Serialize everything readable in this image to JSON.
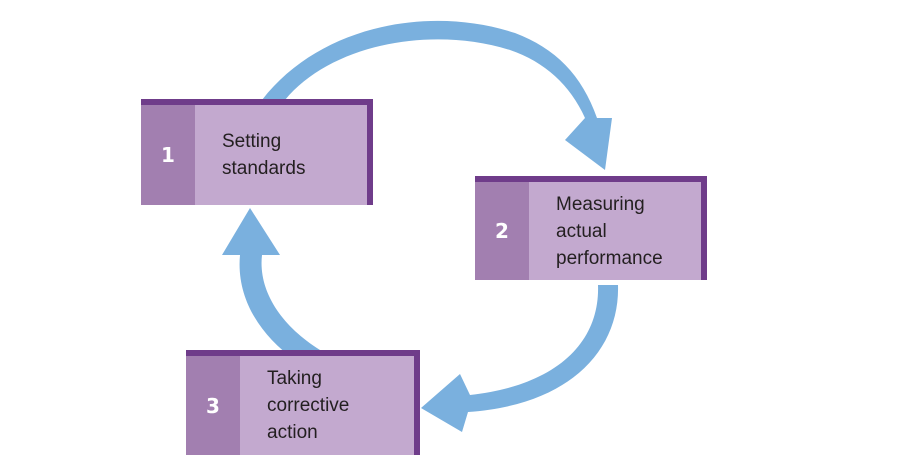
{
  "colors": {
    "arrow": "#7ab0de",
    "number_panel": "#a27fb0",
    "label_panel": "#c3a9cf",
    "box_edge": "#6f3c8a"
  },
  "steps": [
    {
      "number": "1",
      "lines": [
        "Setting",
        "standards"
      ]
    },
    {
      "number": "2",
      "lines": [
        "Measuring",
        "actual",
        "performance"
      ]
    },
    {
      "number": "3",
      "lines": [
        "Taking",
        "corrective",
        "action"
      ]
    }
  ]
}
